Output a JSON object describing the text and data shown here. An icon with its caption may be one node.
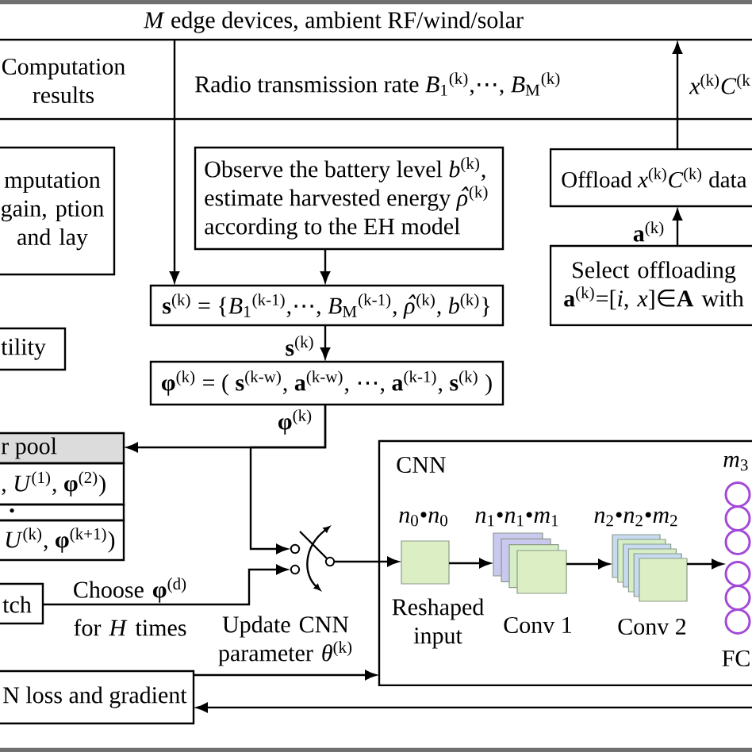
{
  "diagram": {
    "nodes": [
      {
        "text": [
          "*M* edge devices, ambient RF/wind/solar"
        ]
      },
      {
        "text": [
          "mputation gain, ption and lay"
        ]
      },
      {
        "text": [
          "Observe the battery level *b*$^{(k)}$, estimate harvested energy *ρ̂*$^{(k)}$ according to the EH model"
        ]
      },
      {
        "text": [
          "Offload *x*$^{(k)}$*C*$^{(k)}$ data"
        ]
      },
      {
        "text": [
          "Select offloading **a**$^{(k)}$=[*i*, *x*]∈**A** with"
        ]
      },
      {
        "text": [
          "**s**$^{(k)}$ = {*B*$_{1}$$^{(k-1)}$,⋯, *B*$_{M}$$^{(k-1)}$, *ρ̂*$^{(k)}$, *b*$^{(k)}$}"
        ]
      },
      {
        "text": [
          "tility"
        ]
      },
      {
        "text": [
          "**φ**$^{(k)}$ = ( **s**$^{(k-w)}$, **a**$^{(k-w)}$, ⋯, **a**$^{(k-1)}$, **s**$^{(k)}$ )"
        ]
      },
      {
        "text": [
          "r pool",
          ", *U*$^{(1)}$, **φ**$^{(2)}$)",
          "•",
          "*U*$^{(k)}$, **φ**$^{(k+1)}$)"
        ]
      },
      {
        "text": [],
        "shape": "switch"
      },
      {
        "text": [
          "CNN"
        ]
      },
      {
        "text": [
          "Reshaped input"
        ],
        "in": 10,
        "beside": [
          "*n*$_{0}$•*n*$_{0}$"
        ]
      },
      {
        "text": [
          "Conv 1"
        ],
        "in": 10,
        "beside": [
          "*n*$_{1}$•*n*$_{1}$•*m*$_{1}$"
        ]
      },
      {
        "text": [
          "Conv 2"
        ],
        "in": 10,
        "beside": [
          "*n*$_{2}$•*n*$_{2}$•*m*$_{2}$"
        ]
      },
      {
        "text": [
          "FC"
        ],
        "in": 10,
        "beside": [
          "*m*$_{3}$"
        ]
      },
      {
        "text": [
          "tch"
        ]
      },
      {
        "text": [
          "N loss and gradient"
        ]
      }
    ],
    "edges": [
      {
        "from": 0,
        "to": 5,
        "arrow": "to",
        "label": "Radio transmission rate *B*$_{1}$$^{(k)}$,⋯, *B*$_{M}$$^{(k)}$"
      },
      {
        "from": 2,
        "to": 5,
        "arrow": "to"
      },
      {
        "from": 5,
        "to": 7,
        "arrow": "to",
        "label": "**s**$^{(k)}$"
      },
      {
        "from": 7,
        "to": 8,
        "arrow": "to",
        "label": "**φ**$^{(k)}$"
      },
      {
        "from": 7,
        "to": 9,
        "arrow": "to"
      },
      {
        "from": 15,
        "to": 9,
        "arrow": "to",
        "label": "Choose **φ**$^{(d)}$ for *H* times"
      },
      {
        "from": 9,
        "to": 11,
        "arrow": "to"
      },
      {
        "from": 11,
        "to": 12,
        "arrow": "to"
      },
      {
        "from": 12,
        "to": 13,
        "arrow": "to"
      },
      {
        "from": 13,
        "to": 14,
        "arrow": "to"
      },
      {
        "from": 16,
        "to": 10,
        "arrow": "to",
        "label": "Update CNN parameter *θ*$^{(k)}$"
      },
      {
        "from": null,
        "to": 16,
        "arrow": "to"
      },
      {
        "from": 4,
        "to": 3,
        "arrow": "to",
        "label": "**a**$^{(k)}$"
      },
      {
        "from": 3,
        "to": 0,
        "arrow": "to",
        "label": "*x*$^{(k)}$*C*$^{(k}$"
      }
    ],
    "labels": [
      "Computation results"
    ]
  }
}
